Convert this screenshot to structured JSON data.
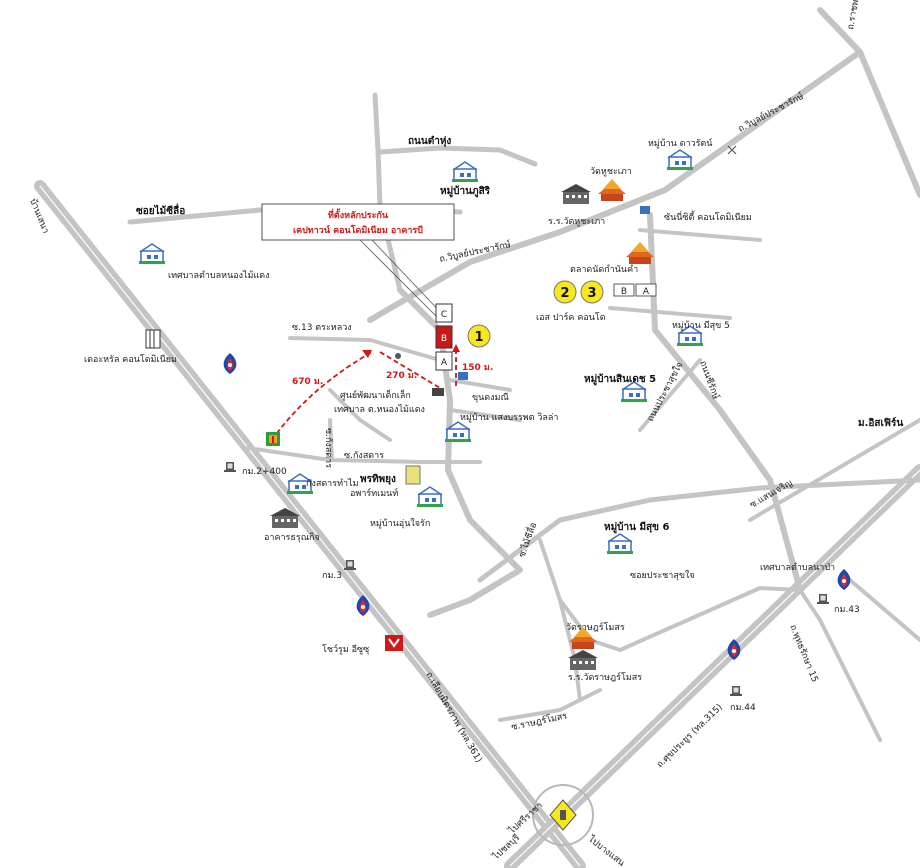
{
  "callout": {
    "line1": "ที่ตั้งหลักประกัน",
    "line2": "เคปทาวน์ คอนโดมิเนียม อาคารบี"
  },
  "markers": [
    "1",
    "2",
    "3"
  ],
  "building_letters": [
    "C",
    "B",
    "A"
  ],
  "small_box_letters": [
    "B",
    "A"
  ],
  "distances": {
    "d670": "670 ม.",
    "d270": "270 ม.",
    "d150": "150 ม."
  },
  "roads": {
    "r1": "ถ.ราชพฤกษ์",
    "r2": "ถนนตำหุ่ง",
    "r3": "ถ.วิบูลย์ประชารักษ์",
    "r4": "ถ.วิบูลย์ประชารักษ์",
    "r5": "ซอยไม้ซีลื่อ",
    "r6": "บ้านเสนา",
    "r7": "ซ.13 ตระหลวง",
    "r8": "ซ.กังสดาร",
    "r9": "ซ.กังสดาร",
    "r10": "ซ.แสนเจริญ",
    "r11": "ซอยประชาสุขใจ",
    "r12": "ถนนประชาสุขใจ",
    "r13": "ถนนซีรักษ์",
    "r14": "ซ.ไม้ซีลื่อ",
    "r15": "ซ.ราษฎร์โมสร",
    "r16": "ถ.เลียบมิตรภาพ (ทล.361)",
    "r17": "ถ.ศุขประยูร (ทล.315)",
    "r18": "ถ.พุทธรักษา 15",
    "r19": "ไปชลบุรี",
    "r20": "ไปศรีราชา",
    "r21": "ไปบางแสน"
  },
  "places": {
    "p1": "หมู่บ้านภูสิริ",
    "p2": "หมู่บ้าน ดาวรัตน์",
    "p3": "วัดหูชะเภา",
    "p4": "ร.ร.วัดหูชะเภา",
    "p5": "ซันนี่ซิตี้ คอนโดมิเนียม",
    "p6": "ตลาดนัดกำนันคำ",
    "p7": "เอส ปาร์ค คอนโด",
    "p8": "หมู่บ้าน มีสุข 5",
    "p9": "หมู่บ้านสินเดช 5",
    "p10": "ม.อิสเฟิร์น",
    "p11": "เทศบาลตำบลหนองไม้แดง",
    "p12": "เดอะหรัล คอนโดมิเนียม",
    "p13": "ศูนย์พัฒนาเด็กเล็ก",
    "p14": "เทศบาล ต.หนองไม้แดง",
    "p15": "ขุนดงมณี",
    "p16": "หมู่บ้าน แสงบรรพต วิลล่า",
    "p17": "กม.2+400",
    "p18": "กังสดารทำไม",
    "p19": "พรทิพยุง",
    "p20": "อพาร์ทเมนท์",
    "p21": "หมู่บ้านอุ่นใจรัก",
    "p22": "อาคารธรุณกิจ",
    "p23": "กม.3",
    "p24": "หมู่บ้าน มีสุข 6",
    "p25": "เทศบาลตำบลนาป่า",
    "p26": "กม.43",
    "p27": "วัดราษฎร์โมสร",
    "p28": "ร.ร.วัดราษฎร์โมสร",
    "p29": "โชว์รูม อีซูซุ",
    "p30": "กม.44"
  },
  "colors": {
    "road": "#c4c4c4",
    "accent_red": "#d01818",
    "marker_yellow": "#f6e81c",
    "village_blue": "#3a6fc4",
    "village_green": "#2fa24a",
    "ptt_blue": "#1f48a8"
  }
}
